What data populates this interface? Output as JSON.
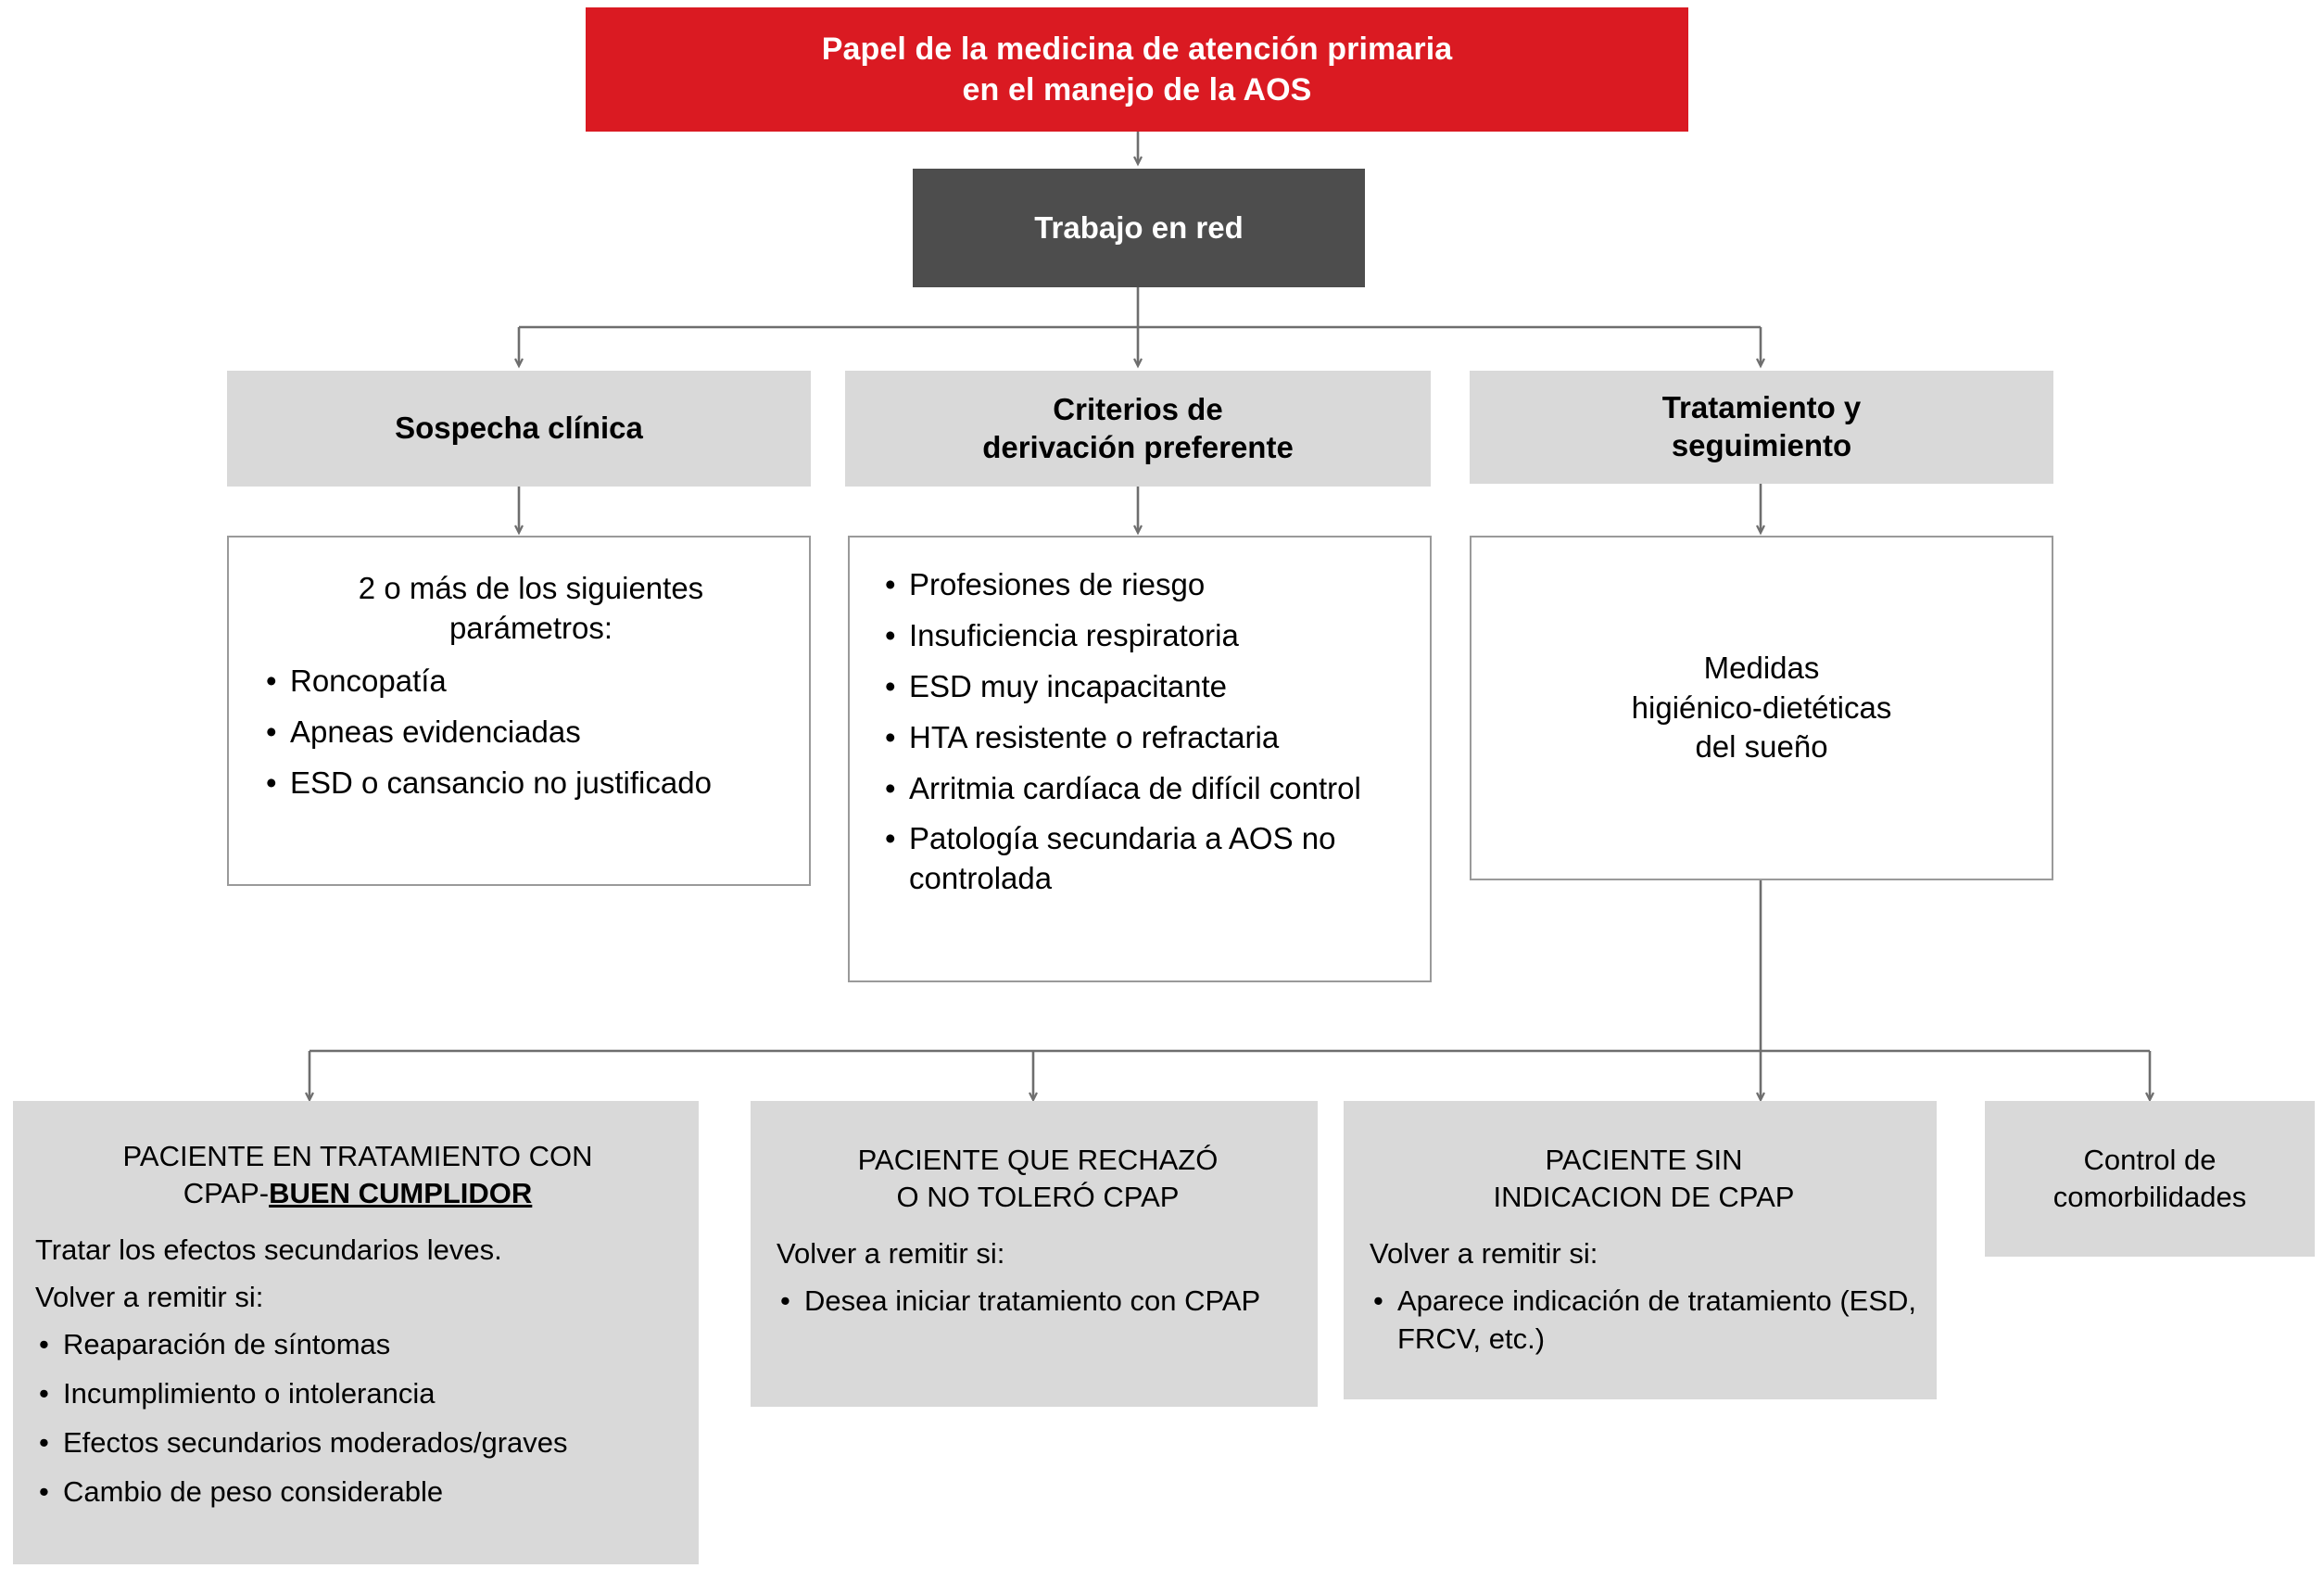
{
  "diagram": {
    "title": "Papel de la medicina de atención primaria en el manejo de la AOS",
    "colors": {
      "title_red": "#DA1A22",
      "dark_gray": "#4D4D4D",
      "light_gray": "#D9D9D9",
      "box_border": "#9A9A9A",
      "connector": "#6E6E6E",
      "text_dark": "#000000",
      "text_light": "#FFFFFF"
    },
    "root": {
      "line1": "Papel de la medicina de atención primaria",
      "line2": "en el manejo de la AOS"
    },
    "network": {
      "label": "Trabajo en red"
    },
    "columns": [
      {
        "id": "sospecha",
        "header_line1": "Sospecha clínica",
        "header_line2": "",
        "body": {
          "intro_line1": "2 o más de los siguientes",
          "intro_line2": "parámetros:",
          "bullets": [
            "Roncopatía",
            "Apneas evidenciadas",
            "ESD o cansancio no justificado"
          ]
        }
      },
      {
        "id": "derivacion",
        "header_line1": "Criterios de",
        "header_line2": "derivación preferente",
        "body": {
          "intro_line1": "",
          "intro_line2": "",
          "bullets": [
            "Profesiones de riesgo",
            "Insuficiencia respiratoria",
            "ESD muy incapacitante",
            "HTA resistente o refractaria",
            "Arritmia cardíaca de difícil control",
            "Patología secundaria a AOS no controlada"
          ]
        }
      },
      {
        "id": "tratamiento",
        "header_line1": "Tratamiento y",
        "header_line2": "seguimiento",
        "body": {
          "line1": "Medidas",
          "line2": "higiénico-dietéticas",
          "line3": "del sueño"
        }
      }
    ],
    "outcomes": [
      {
        "id": "buen-cumplidor",
        "head_line1": "PACIENTE EN TRATAMIENTO CON",
        "head_line2_plain": "CPAP-",
        "head_line2_underlined": "BUEN CUMPLIDOR",
        "lead1": "Tratar los efectos secundarios leves.",
        "lead2": "Volver a remitir si:",
        "bullets": [
          "Reaparación de síntomas",
          "Incumplimiento o intolerancia",
          "Efectos secundarios moderados/graves",
          "Cambio de peso considerable"
        ]
      },
      {
        "id": "rechazo-cpap",
        "head_line1": "PACIENTE QUE RECHAZÓ",
        "head_line2_plain": "O NO TOLERÓ CPAP",
        "head_line2_underlined": "",
        "lead1": "",
        "lead2": "Volver a remitir si:",
        "bullets": [
          "Desea iniciar tratamiento con CPAP"
        ]
      },
      {
        "id": "sin-indicacion",
        "head_line1": "PACIENTE SIN",
        "head_line2_plain": "INDICACION DE CPAP",
        "head_line2_underlined": "",
        "lead1": "",
        "lead2": "Volver a remitir si:",
        "bullets": [
          "Aparece indicación de tratamiento (ESD, FRCV, etc.)"
        ]
      },
      {
        "id": "comorbilidades",
        "head_line1": "Control de",
        "head_line2_plain": "comorbilidades",
        "head_line2_underlined": "",
        "lead1": "",
        "lead2": "",
        "bullets": []
      }
    ]
  }
}
